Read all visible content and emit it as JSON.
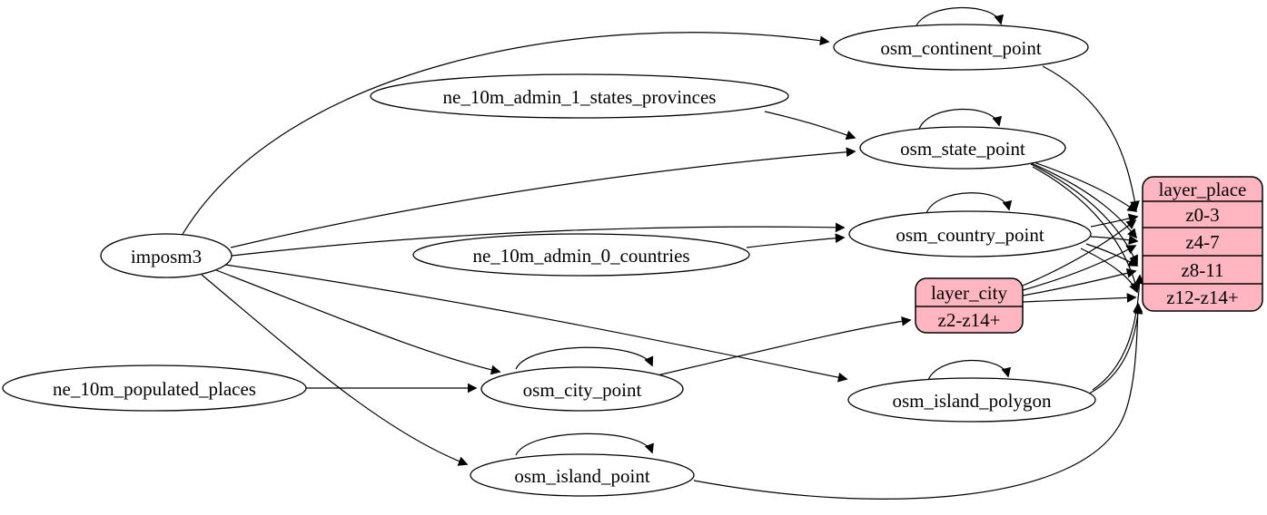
{
  "diagram": {
    "kind": "graphviz-etl-diagram",
    "colors": {
      "background": "#ffffff",
      "node_fill": "#ffffff",
      "record_fill": "#ffb6c1",
      "stroke": "#000000",
      "text": "#000000"
    },
    "nodes": {
      "imposm3": {
        "type": "ellipse",
        "label": "imposm3"
      },
      "ne_10m_admin_1_states_provinces": {
        "type": "ellipse",
        "label": "ne_10m_admin_1_states_provinces"
      },
      "ne_10m_admin_0_countries": {
        "type": "ellipse",
        "label": "ne_10m_admin_0_countries"
      },
      "ne_10m_populated_places": {
        "type": "ellipse",
        "label": "ne_10m_populated_places"
      },
      "osm_continent_point": {
        "type": "ellipse",
        "label": "osm_continent_point"
      },
      "osm_state_point": {
        "type": "ellipse",
        "label": "osm_state_point"
      },
      "osm_country_point": {
        "type": "ellipse",
        "label": "osm_country_point"
      },
      "osm_city_point": {
        "type": "ellipse",
        "label": "osm_city_point"
      },
      "osm_island_polygon": {
        "type": "ellipse",
        "label": "osm_island_polygon"
      },
      "osm_island_point": {
        "type": "ellipse",
        "label": "osm_island_point"
      },
      "layer_city": {
        "type": "record",
        "title": "layer_city",
        "rows": [
          "z2-z14+"
        ]
      },
      "layer_place": {
        "type": "record",
        "title": "layer_place",
        "rows": [
          "z0-3",
          "z4-7",
          "z8-11",
          "z12-z14+"
        ]
      }
    },
    "edges": [
      {
        "from": "imposm3",
        "to": "osm_continent_point"
      },
      {
        "from": "imposm3",
        "to": "osm_state_point"
      },
      {
        "from": "imposm3",
        "to": "osm_country_point"
      },
      {
        "from": "imposm3",
        "to": "osm_city_point"
      },
      {
        "from": "imposm3",
        "to": "osm_island_polygon"
      },
      {
        "from": "imposm3",
        "to": "osm_island_point"
      },
      {
        "from": "ne_10m_admin_1_states_provinces",
        "to": "osm_state_point"
      },
      {
        "from": "ne_10m_admin_0_countries",
        "to": "osm_country_point"
      },
      {
        "from": "ne_10m_populated_places",
        "to": "osm_city_point"
      },
      {
        "from": "osm_continent_point",
        "to": "osm_continent_point",
        "self_loop": true
      },
      {
        "from": "osm_state_point",
        "to": "osm_state_point",
        "self_loop": true
      },
      {
        "from": "osm_country_point",
        "to": "osm_country_point",
        "self_loop": true
      },
      {
        "from": "osm_city_point",
        "to": "osm_city_point",
        "self_loop": true
      },
      {
        "from": "osm_island_polygon",
        "to": "osm_island_polygon",
        "self_loop": true
      },
      {
        "from": "osm_island_point",
        "to": "osm_island_point",
        "self_loop": true
      },
      {
        "from": "osm_continent_point",
        "to": "layer_place",
        "to_row": "z0-3"
      },
      {
        "from": "osm_state_point",
        "to": "layer_place",
        "to_row": "z0-3"
      },
      {
        "from": "osm_state_point",
        "to": "layer_place",
        "to_row": "z4-7"
      },
      {
        "from": "osm_state_point",
        "to": "layer_place",
        "to_row": "z8-11"
      },
      {
        "from": "osm_state_point",
        "to": "layer_place",
        "to_row": "z12-z14+"
      },
      {
        "from": "osm_country_point",
        "to": "layer_place",
        "to_row": "z0-3"
      },
      {
        "from": "osm_country_point",
        "to": "layer_place",
        "to_row": "z4-7"
      },
      {
        "from": "osm_country_point",
        "to": "layer_place",
        "to_row": "z8-11"
      },
      {
        "from": "osm_country_point",
        "to": "layer_place",
        "to_row": "z12-z14+"
      },
      {
        "from": "osm_city_point",
        "to": "layer_city",
        "to_row": "z2-z14+"
      },
      {
        "from": "layer_city",
        "to": "layer_place",
        "to_row": "z0-3"
      },
      {
        "from": "layer_city",
        "to": "layer_place",
        "to_row": "z4-7"
      },
      {
        "from": "layer_city",
        "to": "layer_place",
        "to_row": "z8-11"
      },
      {
        "from": "layer_city",
        "to": "layer_place",
        "to_row": "z12-z14+"
      },
      {
        "from": "osm_island_polygon",
        "to": "layer_place",
        "to_row": "z8-11"
      },
      {
        "from": "osm_island_polygon",
        "to": "layer_place",
        "to_row": "z12-z14+"
      },
      {
        "from": "osm_island_point",
        "to": "layer_place",
        "to_row": "z12-z14+"
      }
    ]
  }
}
